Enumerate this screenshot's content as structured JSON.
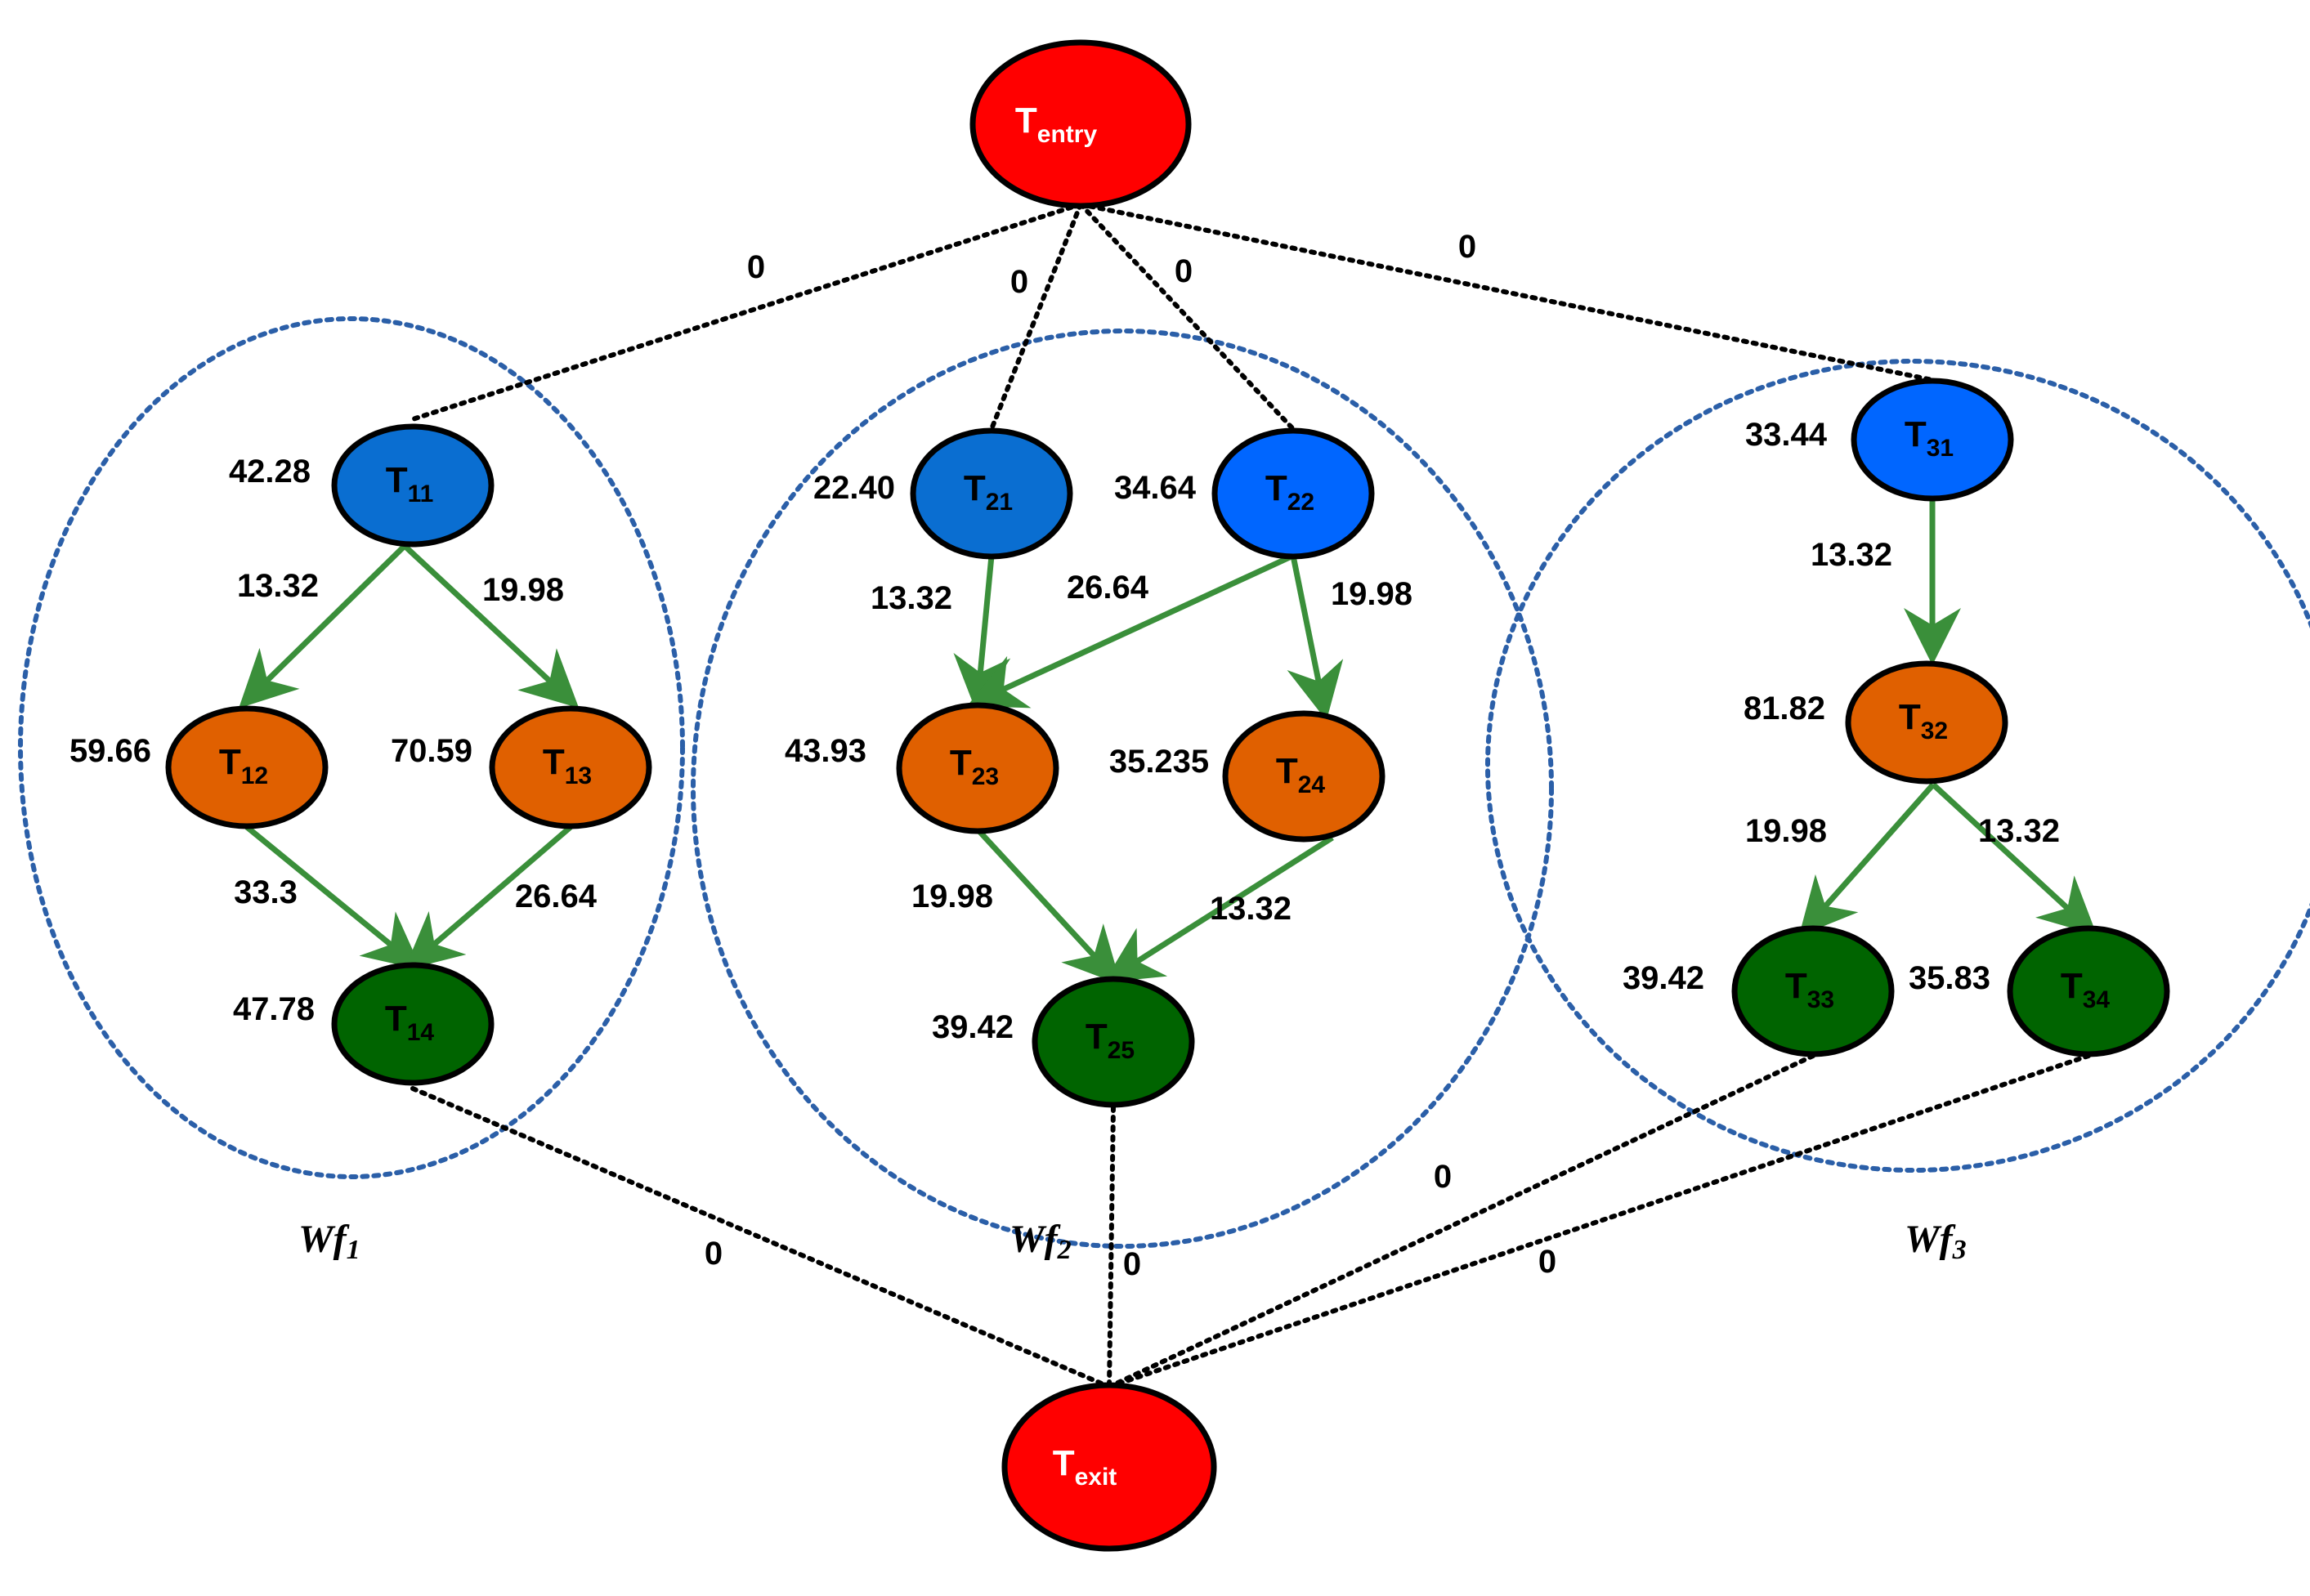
{
  "colors": {
    "entry_exit": "#ff0000",
    "level1": "#0a6ed1",
    "level1_alt": "#0066ff",
    "level2": "#e06000",
    "level3": "#006400",
    "data_edge": "#3a8f3a",
    "dummy_edge": "#000000",
    "cluster": "#2b5fa8"
  },
  "workflows": [
    {
      "id": "wf1",
      "label": "Wf",
      "sub": "1"
    },
    {
      "id": "wf2",
      "label": "Wf",
      "sub": "2"
    },
    {
      "id": "wf3",
      "label": "Wf",
      "sub": "3"
    }
  ],
  "nodes": [
    {
      "id": "entry",
      "base": "T",
      "sub": "entry",
      "weight": "",
      "level": "entry_exit"
    },
    {
      "id": "exit",
      "base": "T",
      "sub": "exit",
      "weight": "",
      "level": "entry_exit"
    },
    {
      "id": "t11",
      "base": "T",
      "sub": "11",
      "weight": "42.28",
      "level": "level1"
    },
    {
      "id": "t12",
      "base": "T",
      "sub": "12",
      "weight": "59.66",
      "level": "level2"
    },
    {
      "id": "t13",
      "base": "T",
      "sub": "13",
      "weight": "70.59",
      "level": "level2"
    },
    {
      "id": "t14",
      "base": "T",
      "sub": "14",
      "weight": "47.78",
      "level": "level3"
    },
    {
      "id": "t21",
      "base": "T",
      "sub": "21",
      "weight": "22.40",
      "level": "level1"
    },
    {
      "id": "t22",
      "base": "T",
      "sub": "22",
      "weight": "34.64",
      "level": "level1_alt"
    },
    {
      "id": "t23",
      "base": "T",
      "sub": "23",
      "weight": "43.93",
      "level": "level2"
    },
    {
      "id": "t24",
      "base": "T",
      "sub": "24",
      "weight": "35.235",
      "level": "level2"
    },
    {
      "id": "t25",
      "base": "T",
      "sub": "25",
      "weight": "39.42",
      "level": "level3"
    },
    {
      "id": "t31",
      "base": "T",
      "sub": "31",
      "weight": "33.44",
      "level": "level1_alt"
    },
    {
      "id": "t32",
      "base": "T",
      "sub": "32",
      "weight": "81.82",
      "level": "level2"
    },
    {
      "id": "t33",
      "base": "T",
      "sub": "33",
      "weight": "39.42",
      "level": "level3"
    },
    {
      "id": "t34",
      "base": "T",
      "sub": "34",
      "weight": "35.83",
      "level": "level3"
    }
  ],
  "edges": [
    {
      "from": "entry",
      "to": "t11",
      "label": "0",
      "kind": "dummy"
    },
    {
      "from": "entry",
      "to": "t21",
      "label": "0",
      "kind": "dummy"
    },
    {
      "from": "entry",
      "to": "t22",
      "label": "0",
      "kind": "dummy"
    },
    {
      "from": "entry",
      "to": "t31",
      "label": "0",
      "kind": "dummy"
    },
    {
      "from": "t11",
      "to": "t12",
      "label": "13.32",
      "kind": "data"
    },
    {
      "from": "t11",
      "to": "t13",
      "label": "19.98",
      "kind": "data"
    },
    {
      "from": "t12",
      "to": "t14",
      "label": "33.3",
      "kind": "data"
    },
    {
      "from": "t13",
      "to": "t14",
      "label": "26.64",
      "kind": "data"
    },
    {
      "from": "t21",
      "to": "t23",
      "label": "13.32",
      "kind": "data"
    },
    {
      "from": "t22",
      "to": "t23",
      "label": "26.64",
      "kind": "data"
    },
    {
      "from": "t22",
      "to": "t24",
      "label": "19.98",
      "kind": "data"
    },
    {
      "from": "t23",
      "to": "t25",
      "label": "19.98",
      "kind": "data"
    },
    {
      "from": "t24",
      "to": "t25",
      "label": "13.32",
      "kind": "data"
    },
    {
      "from": "t31",
      "to": "t32",
      "label": "13.32",
      "kind": "data"
    },
    {
      "from": "t32",
      "to": "t33",
      "label": "19.98",
      "kind": "data"
    },
    {
      "from": "t32",
      "to": "t34",
      "label": "13.32",
      "kind": "data"
    },
    {
      "from": "t14",
      "to": "exit",
      "label": "0",
      "kind": "dummy"
    },
    {
      "from": "t25",
      "to": "exit",
      "label": "0",
      "kind": "dummy"
    },
    {
      "from": "t33",
      "to": "exit",
      "label": "0",
      "kind": "dummy"
    },
    {
      "from": "t34",
      "to": "exit",
      "label": "0",
      "kind": "dummy"
    }
  ]
}
